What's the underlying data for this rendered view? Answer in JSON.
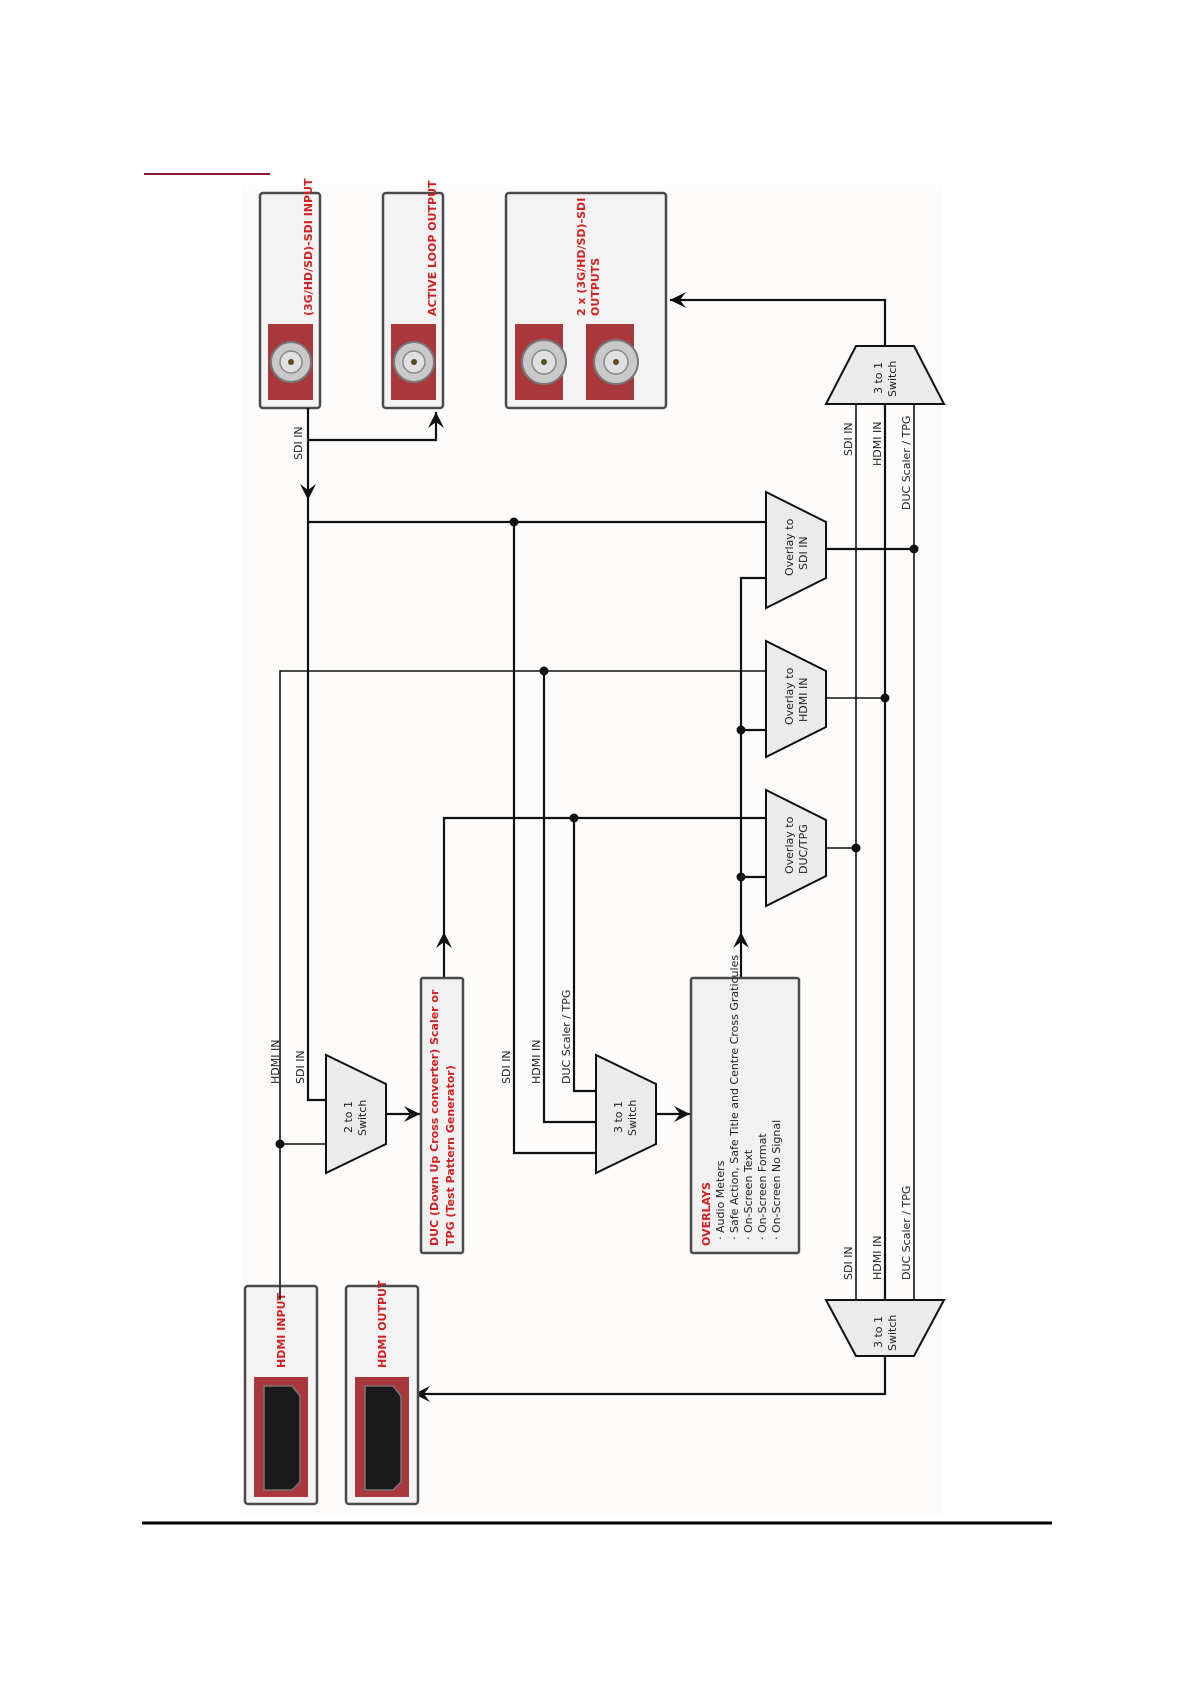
{
  "page": {
    "header_rule_color": "#8b1a2b",
    "footer_rule_color": "#000000"
  },
  "diagram": {
    "orientation": "rotated 90 degrees (landscape on portrait page)",
    "accent_color": "#d42020",
    "connector_pad_color": "#a8383c",
    "panels": {
      "sdi_input": "(3G/HD/SD)-SDI INPUT",
      "active_loop_output": "ACTIVE LOOP OUTPUT",
      "sdi_outputs_line1": "2 x (3G/HD/SD)-SDI",
      "sdi_outputs_line2": "OUTPUTS",
      "hdmi_input": "HDMI INPUT",
      "hdmi_output": "HDMI OUTPUT"
    },
    "switches": {
      "sdi_out_switch": {
        "line1": "3 to 1",
        "line2": "Switch"
      },
      "hdmi_out_switch": {
        "line1": "3 to 1",
        "line2": "Switch"
      },
      "duc_switch": {
        "line1": "2 to 1",
        "line2": "Switch"
      },
      "overlay_switch": {
        "line1": "3 to 1",
        "line2": "Switch"
      }
    },
    "overlay_blocks": {
      "overlay_sdi": {
        "line1": "Overlay to",
        "line2": "SDI IN"
      },
      "overlay_hdmi": {
        "line1": "Overlay to",
        "line2": "HDMI IN"
      },
      "overlay_duc": {
        "line1": "Overlay to",
        "line2": "DUC/TPG"
      }
    },
    "duc_box": {
      "line1": "DUC (Down Up Cross converter) Scaler or",
      "line2": "TPG (Test Pattern Generator)"
    },
    "overlays_box": {
      "title": "OVERLAYS",
      "items": [
        "· Audio Meters",
        "· Safe Action, Safe Title and Centre Cross Graticules",
        "· On-Screen Text",
        "· On-Screen Format",
        "· On-Screen No Signal"
      ]
    },
    "signal_labels": {
      "sdi_in": "SDI IN",
      "hdmi_in": "HDMI IN",
      "duc_scaler_tpg": "DUC Scaler / TPG"
    }
  }
}
